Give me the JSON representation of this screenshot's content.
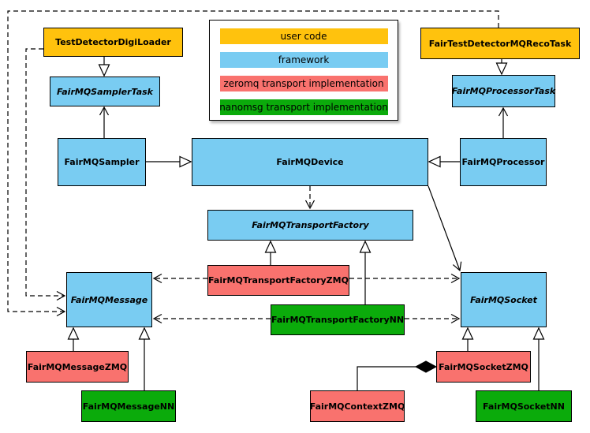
{
  "colors": {
    "user_code": "#FFC20D",
    "framework": "#79CCF2",
    "zeromq": "#F9726E",
    "nanomsg": "#0BAB0B"
  },
  "legend": {
    "items": [
      {
        "label": "user code",
        "category": "user_code"
      },
      {
        "label": "framework",
        "category": "framework"
      },
      {
        "label": "zeromq transport implementation",
        "category": "zeromq"
      },
      {
        "label": "nanomsg transport implementation",
        "category": "nanomsg"
      }
    ]
  },
  "nodes": {
    "test_detector_digi_loader": {
      "label": "TestDetectorDigiLoader",
      "category": "user_code",
      "abstract": false
    },
    "fair_test_detector_mq_reco_task": {
      "label": "FairTestDetectorMQRecoTask",
      "category": "user_code",
      "abstract": false
    },
    "fairmq_sampler_task": {
      "label": "FairMQSamplerTask",
      "category": "framework",
      "abstract": true
    },
    "fairmq_processor_task": {
      "label": "FairMQProcessorTask",
      "category": "framework",
      "abstract": true
    },
    "fairmq_sampler": {
      "label": "FairMQSampler",
      "category": "framework",
      "abstract": false
    },
    "fairmq_device": {
      "label": "FairMQDevice",
      "category": "framework",
      "abstract": false
    },
    "fairmq_processor": {
      "label": "FairMQProcessor",
      "category": "framework",
      "abstract": false
    },
    "fairmq_transport_factory": {
      "label": "FairMQTransportFactory",
      "category": "framework",
      "abstract": true
    },
    "fairmq_transport_factory_zmq": {
      "label": "FairMQTransportFactoryZMQ",
      "category": "zeromq",
      "abstract": false
    },
    "fairmq_transport_factory_nn": {
      "label": "FairMQTransportFactoryNN",
      "category": "nanomsg",
      "abstract": false
    },
    "fairmq_message": {
      "label": "FairMQMessage",
      "category": "framework",
      "abstract": true
    },
    "fairmq_socket": {
      "label": "FairMQSocket",
      "category": "framework",
      "abstract": true
    },
    "fairmq_message_zmq": {
      "label": "FairMQMessageZMQ",
      "category": "zeromq",
      "abstract": false
    },
    "fairmq_message_nn": {
      "label": "FairMQMessageNN",
      "category": "nanomsg",
      "abstract": false
    },
    "fairmq_socket_zmq": {
      "label": "FairMQSocketZMQ",
      "category": "zeromq",
      "abstract": false
    },
    "fairmq_socket_nn": {
      "label": "FairMQSocketNN",
      "category": "nanomsg",
      "abstract": false
    },
    "fairmq_context_zmq": {
      "label": "FairMQContextZMQ",
      "category": "zeromq",
      "abstract": false
    }
  }
}
